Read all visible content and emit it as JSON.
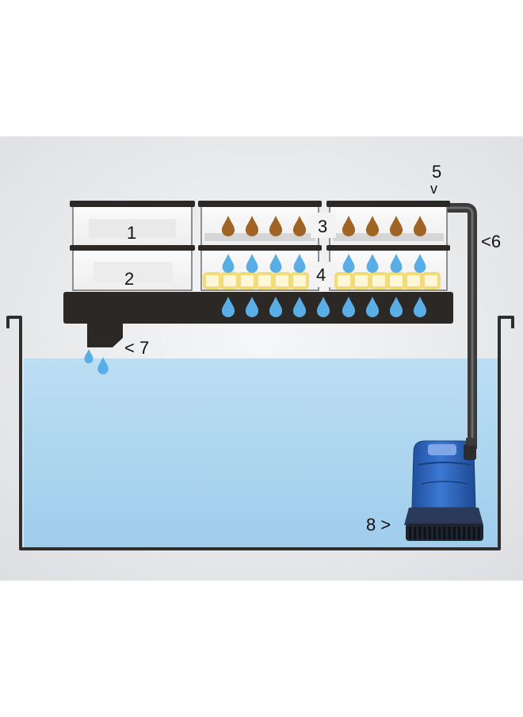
{
  "labels": {
    "box1": "1",
    "box2": "2",
    "part3": "3",
    "part4": "4",
    "part5": "5",
    "arrow5": "v",
    "part6": "<6",
    "part7": "< 7",
    "part8": "8 >"
  },
  "colors": {
    "backdrop": "#e7e8ea",
    "water": "#aed6f1",
    "tank_outline": "#2e2e2e",
    "tray": "#2c2826",
    "pipe": "#3a3a3a",
    "drop_blue": "#5aaee6",
    "drop_brown": "#a06524",
    "media_yellow": "#f2dc79",
    "pump_blue": "#2f66c4"
  },
  "icons": {
    "drop": "water-drop-icon",
    "media": "filter-media-block",
    "pump": "submersible-pump-icon"
  }
}
